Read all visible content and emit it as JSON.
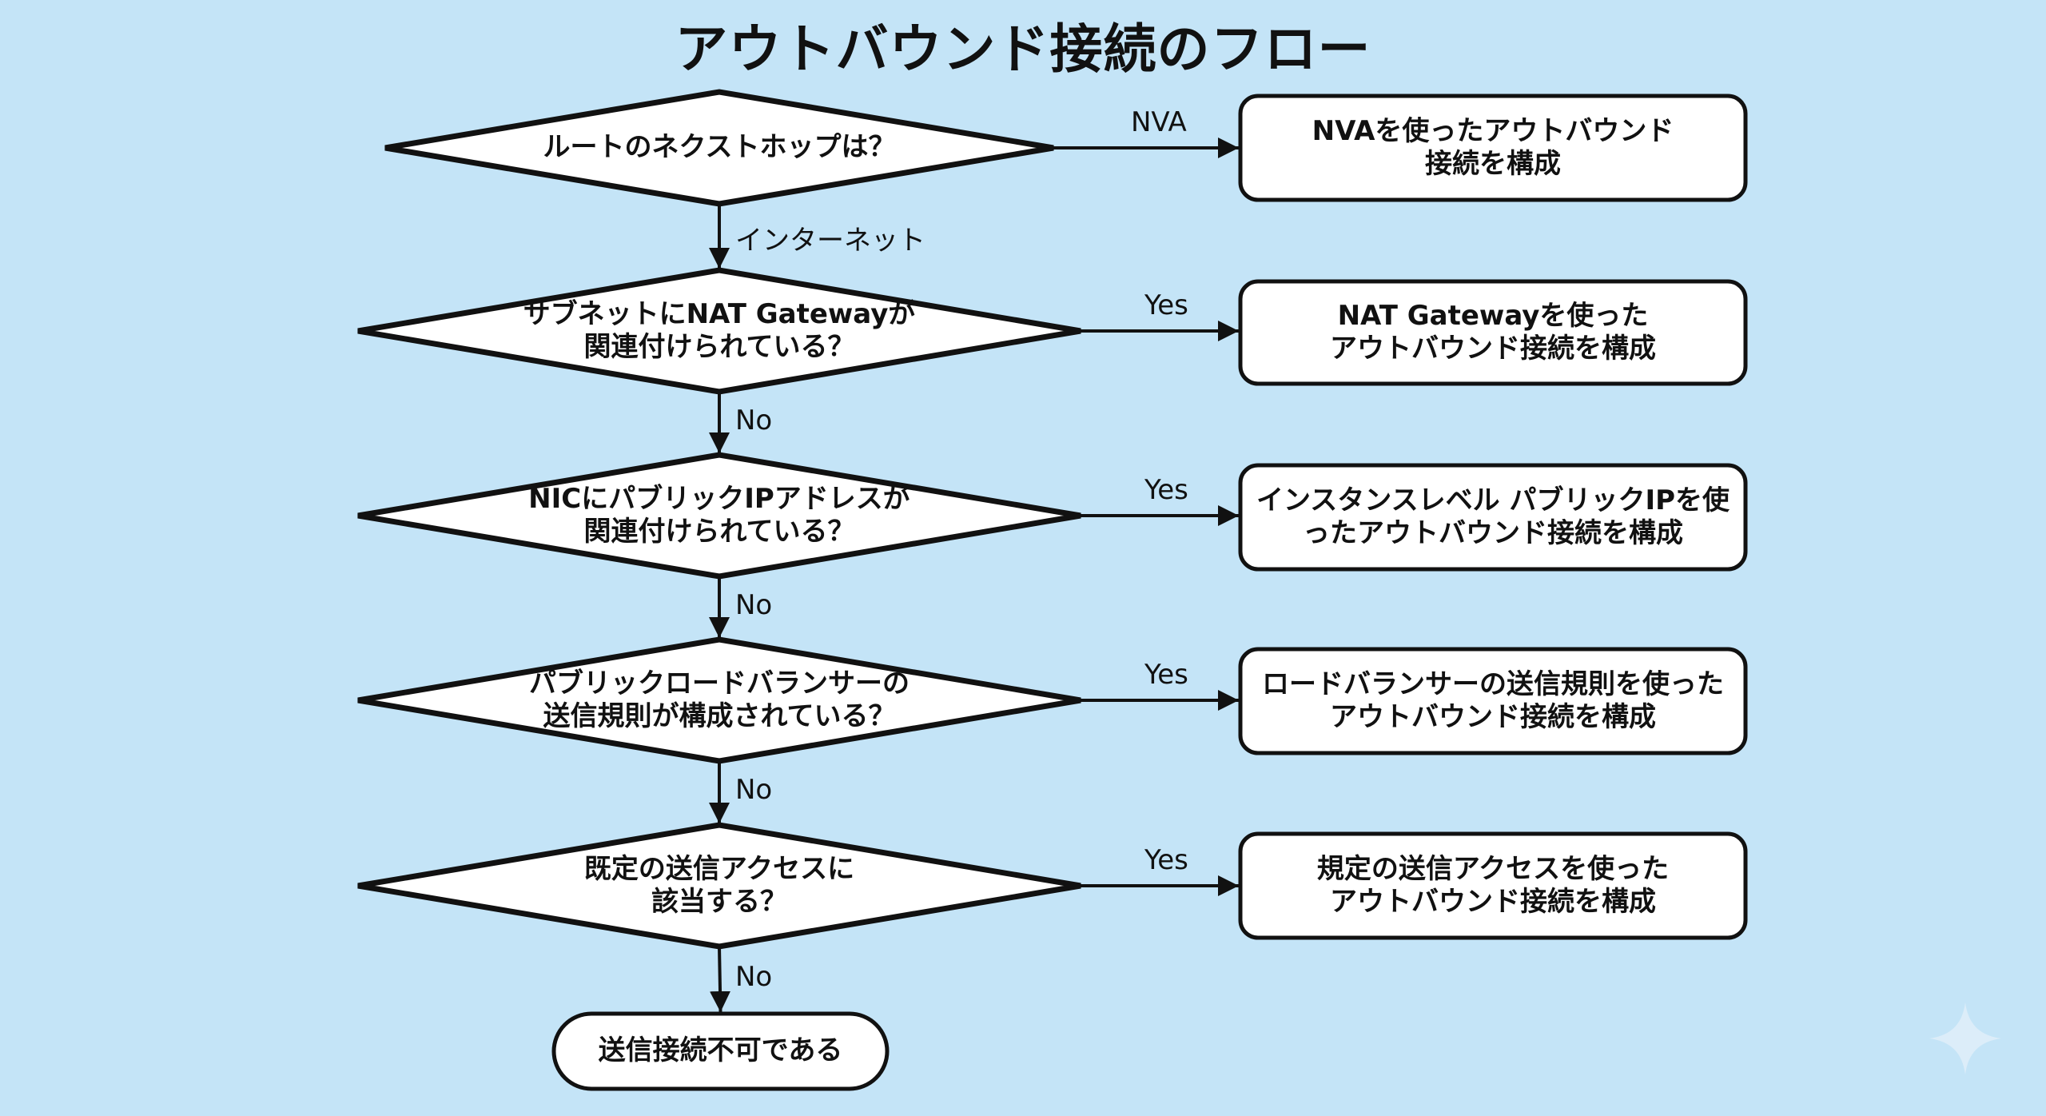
{
  "title": "アウトバウンド接続のフロー",
  "colors": {
    "background": "#c4e4f7",
    "node_fill": "#ffffff",
    "stroke": "#111111",
    "sparkle": "#dcedf9"
  },
  "decisions": [
    {
      "id": "d1",
      "text": "ルートのネクストホップは？"
    },
    {
      "id": "d2",
      "text": "サブネットにNAT Gatewayが\n関連付けられている？"
    },
    {
      "id": "d3",
      "text": "NICにパブリックIPアドレスが\n関連付けられている？"
    },
    {
      "id": "d4",
      "text": "パブリックロードバランサーの\n送信規則が構成されている？"
    },
    {
      "id": "d5",
      "text": "既定の送信アクセスに\n該当する？"
    }
  ],
  "outcomes": [
    {
      "id": "o1",
      "text": "NVAを使ったアウトバウンド\n接続を構成"
    },
    {
      "id": "o2",
      "text": "NAT Gatewayを使った\nアウトバウンド接続を構成"
    },
    {
      "id": "o3",
      "text": "インスタンスレベル パブリックIPを使\nったアウトバウンド接続を構成"
    },
    {
      "id": "o4",
      "text": "ロードバランサーの送信規則を使った\nアウトバウンド接続を構成"
    },
    {
      "id": "o5",
      "text": "規定の送信アクセスを使った\nアウトバウンド接続を構成"
    }
  ],
  "terminal": {
    "text": "送信接続不可である"
  },
  "edges": [
    {
      "from": "d1",
      "to": "o1",
      "label": "NVA"
    },
    {
      "from": "d1",
      "to": "d2",
      "label": "インターネット"
    },
    {
      "from": "d2",
      "to": "o2",
      "label": "Yes"
    },
    {
      "from": "d2",
      "to": "d3",
      "label": "No"
    },
    {
      "from": "d3",
      "to": "o3",
      "label": "Yes"
    },
    {
      "from": "d3",
      "to": "d4",
      "label": "No"
    },
    {
      "from": "d4",
      "to": "o4",
      "label": "Yes"
    },
    {
      "from": "d4",
      "to": "d5",
      "label": "No"
    },
    {
      "from": "d5",
      "to": "o5",
      "label": "Yes"
    },
    {
      "from": "d5",
      "to": "terminal",
      "label": "No"
    }
  ],
  "watermark": {
    "icon": "sparkle-icon"
  }
}
